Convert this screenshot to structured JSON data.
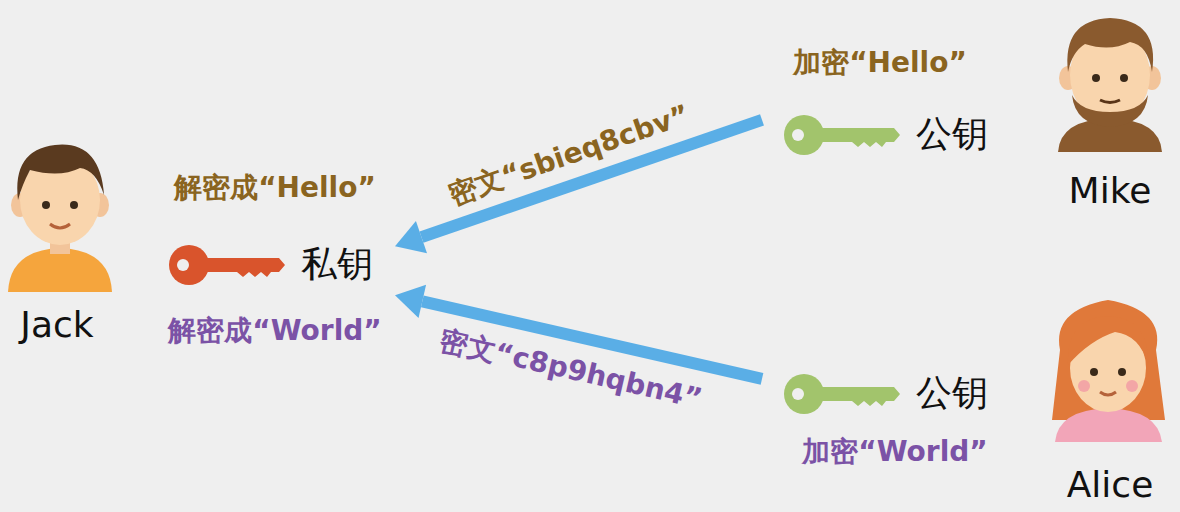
{
  "diagram": {
    "nodes": [
      {
        "text": [
          "私钥"
        ]
      },
      {
        "text": [
          "公钥"
        ]
      },
      {
        "text": [
          "公钥"
        ]
      }
    ],
    "edges": [
      {
        "from": 1,
        "to": 0,
        "arrow": "to",
        "label": "密文“sbieq8cbv”"
      },
      {
        "from": 2,
        "to": 0,
        "arrow": "to",
        "label": "密文“c8p9hqbn4”"
      }
    ],
    "labels": [
      "加密“Hello”",
      "解密成“Hello”",
      "解密成“World”",
      "加密“World”",
      "Jack",
      "Mike",
      "Alice"
    ]
  }
}
